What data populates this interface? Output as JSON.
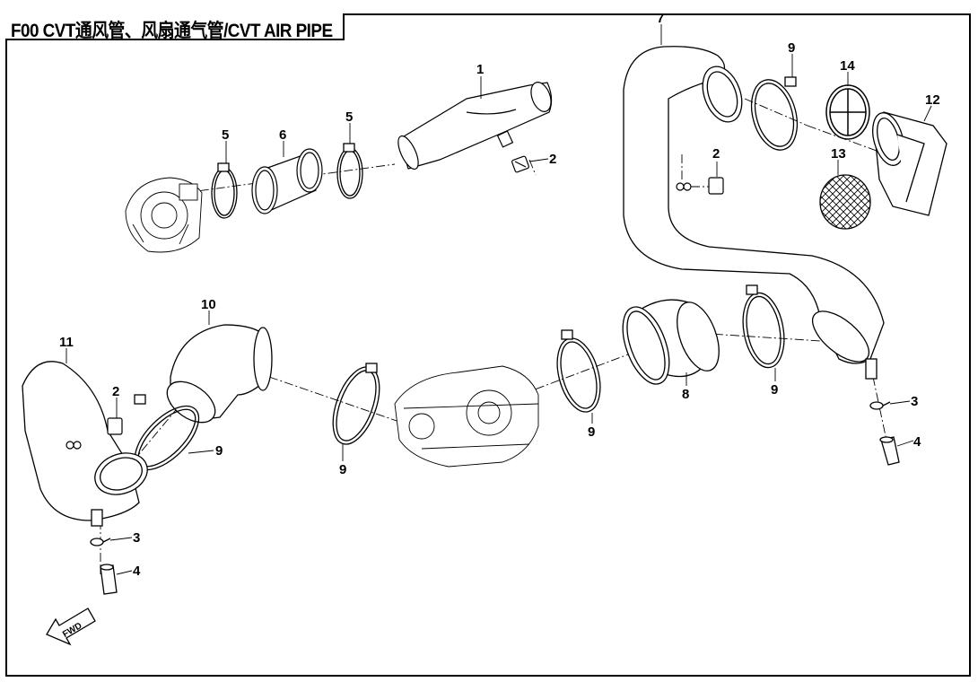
{
  "header": {
    "title": "F00 CVT通风管、风扇通气管/CVT AIR PIPE"
  },
  "callouts": {
    "n1": "1",
    "n2a": "2",
    "n2b": "2",
    "n2c": "2",
    "n3a": "3",
    "n3b": "3",
    "n4a": "4",
    "n4b": "4",
    "n5a": "5",
    "n5b": "5",
    "n6": "6",
    "n7": "7",
    "n8": "8",
    "n9a": "9",
    "n9b": "9",
    "n9c": "9",
    "n9d": "9",
    "n9e": "9",
    "n10": "10",
    "n11": "11",
    "n12": "12",
    "n13": "13",
    "n14": "14"
  },
  "direction_arrow": {
    "label": "FWD"
  }
}
